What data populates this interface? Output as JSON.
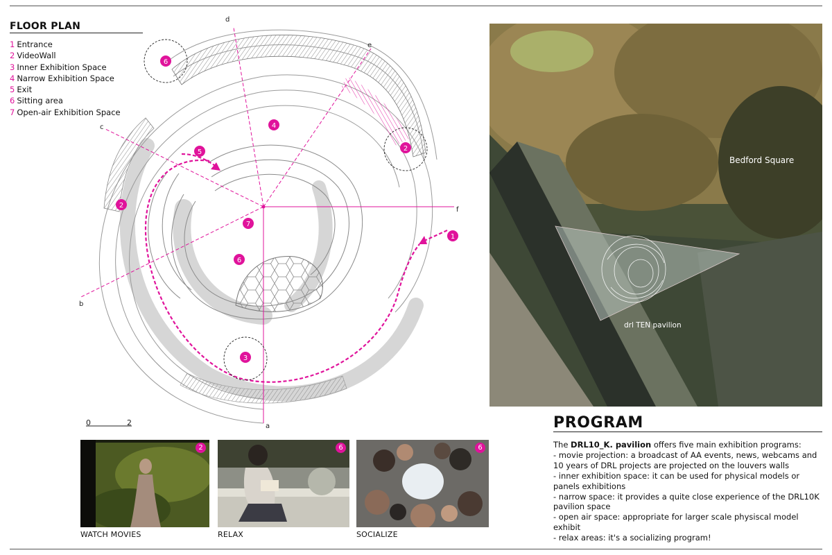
{
  "floor_plan": {
    "title": "FLOOR PLAN",
    "legend": [
      {
        "num": "1",
        "text": "Entrance"
      },
      {
        "num": "2",
        "text": "VideoWall"
      },
      {
        "num": "3",
        "text": "Inner Exhibition Space"
      },
      {
        "num": "4",
        "text": "Narrow Exhibition Space"
      },
      {
        "num": "5",
        "text": "Exit"
      },
      {
        "num": "6",
        "text": "Sitting area"
      },
      {
        "num": "7",
        "text": "Open-air Exhibition Space"
      }
    ],
    "section_labels": [
      "a",
      "b",
      "c",
      "d",
      "e",
      "f"
    ],
    "markers": [
      "1",
      "2",
      "2",
      "2",
      "3",
      "4",
      "5",
      "6",
      "6",
      "7"
    ],
    "scale_bar": {
      "start": "0",
      "end": "2"
    }
  },
  "aerial": {
    "label_square": "Bedford Square",
    "label_pavilion": "drl TEN pavilion"
  },
  "program": {
    "title": "PROGRAM",
    "intro_prefix": "The ",
    "intro_bold": "DRL10_K. pavilion",
    "intro_suffix": " offers five main exhibition programs:",
    "items": [
      "- movie projection: a broadcast of AA events, news, webcams and 10 years of DRL projects are projected on the louvers walls",
      "- inner exhibition space: it can be used for physical models or panels exhibitions",
      "- narrow space: it provides a quite close experience of the DRL10K pavilion space",
      "- open air space: appropriate for larger scale physiscal model exhibit",
      "- relax areas: it's a socializing program!"
    ]
  },
  "photos": [
    {
      "caption": "WATCH MOVIES",
      "badge": "2"
    },
    {
      "caption": "RELAX",
      "badge": "6"
    },
    {
      "caption": "SOCIALIZE",
      "badge": "6"
    }
  ],
  "colors": {
    "accent": "#e0139b"
  }
}
